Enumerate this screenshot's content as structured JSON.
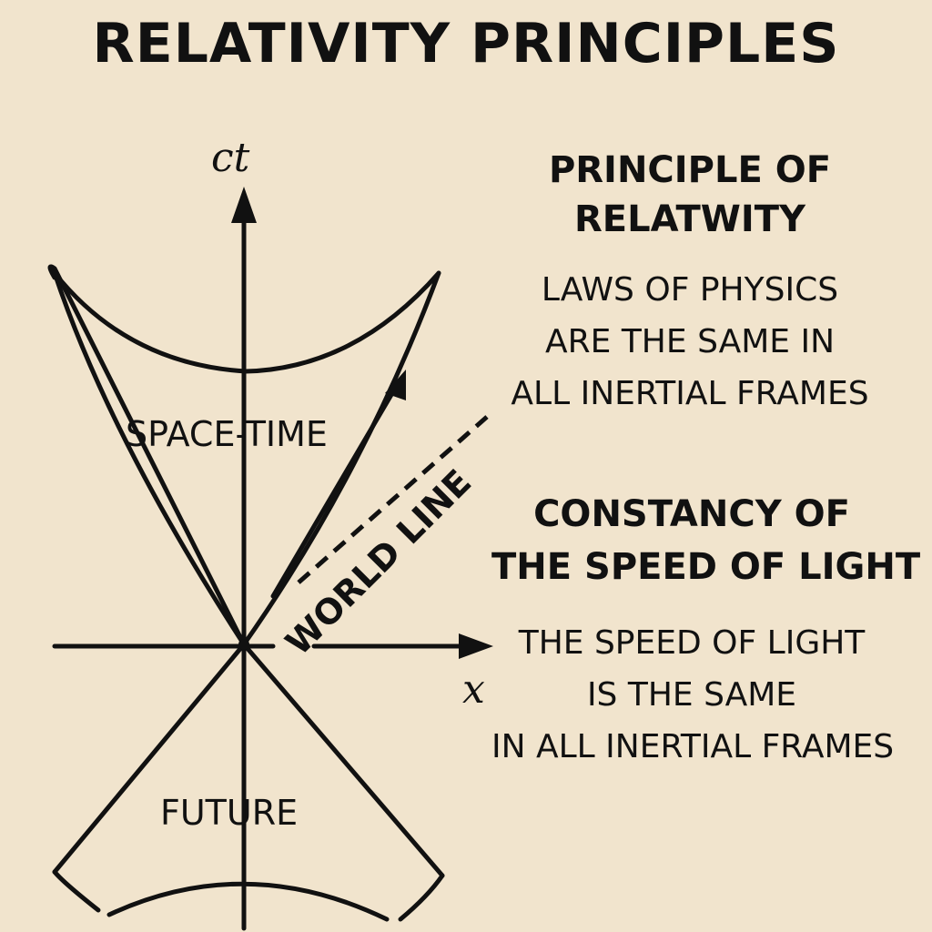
{
  "title": "RELATIVITY PRINCIPLES",
  "diagram": {
    "axis_vertical_label": "ct",
    "axis_horizontal_label": "x",
    "upper_region_label": "SPACE-TIME",
    "lower_region_label": "FUTURE",
    "worldline_label": "WORLD LINE"
  },
  "principle_relativity": {
    "heading": [
      "PRINCIPLE OF",
      "RELATWITY"
    ],
    "body": [
      "LAWS OF PHYSICS",
      "ARE THE SAME IN",
      "ALL INERTIAL FRAMES"
    ]
  },
  "principle_light": {
    "heading": [
      "CONSTANCY OF",
      "THE SPEED OF LIGHT"
    ],
    "body": [
      "THE SPEED OF LIGHT",
      "IS THE SAME",
      "IN ALL INERTIAL FRAMES"
    ]
  },
  "colors": {
    "background": "#f1e4cd",
    "ink": "#111111"
  }
}
